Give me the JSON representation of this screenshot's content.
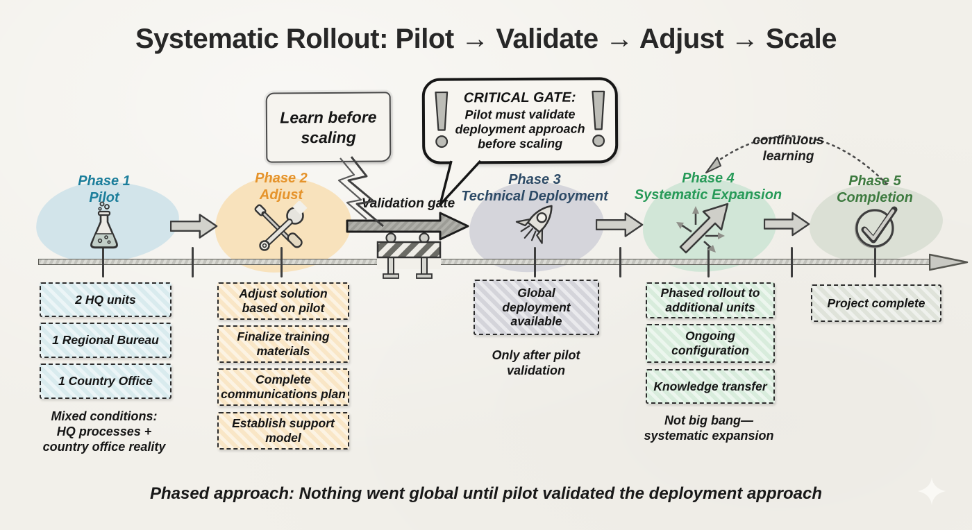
{
  "title": "Systematic Rollout: Pilot → Validate → Adjust → Scale",
  "callouts": {
    "learn_bubble": "Learn before\nscaling",
    "critical_gate": {
      "heading": "CRITICAL GATE:",
      "body": "Pilot must validate\ndeployment approach\nbefore scaling",
      "exclamation": "!"
    },
    "continuous_learning": "continuous\nlearning",
    "validation_gate": "Validation gate"
  },
  "phases": [
    {
      "label": "Phase 1\nPilot",
      "accent": "#1c7e9b",
      "blob_color": "#d2e4ea",
      "icon": "flask-icon",
      "boxes": [
        "2 HQ units",
        "1 Regional Bureau",
        "1 Country Office"
      ],
      "note": "Mixed conditions:\nHQ processes +\ncountry office reality"
    },
    {
      "label": "Phase 2\nAdjust",
      "accent": "#e5932b",
      "blob_color": "#f8e2bc",
      "icon": "tools-icon",
      "boxes": [
        "Adjust solution\nbased on pilot",
        "Finalize training\nmaterials",
        "Complete\ncommunications plan",
        "Establish support\nmodel"
      ],
      "note": ""
    },
    {
      "label": "Phase 3\nTechnical Deployment",
      "accent": "#2d4a66",
      "blob_color": "#d5d5db",
      "icon": "rocket-icon",
      "boxes": [
        "Global\ndeployment\navailable"
      ],
      "note": "Only after pilot\nvalidation"
    },
    {
      "label": "Phase 4\nSystematic Expansion",
      "accent": "#279a58",
      "blob_color": "#d1e6d7",
      "icon": "expansion-arrows-icon",
      "boxes": [
        "Phased rollout to\nadditional units",
        "Ongoing\nconfiguration",
        "Knowledge transfer"
      ],
      "note": "Not big bang—\nsystematic expansion"
    },
    {
      "label": "Phase 5\nCompletion",
      "accent": "#3d7a3f",
      "blob_color": "#dbe0d5",
      "icon": "check-circle-icon",
      "boxes": [
        "Project complete"
      ],
      "note": ""
    }
  ],
  "footer": "Phased approach: Nothing went global until pilot validated the deployment approach"
}
